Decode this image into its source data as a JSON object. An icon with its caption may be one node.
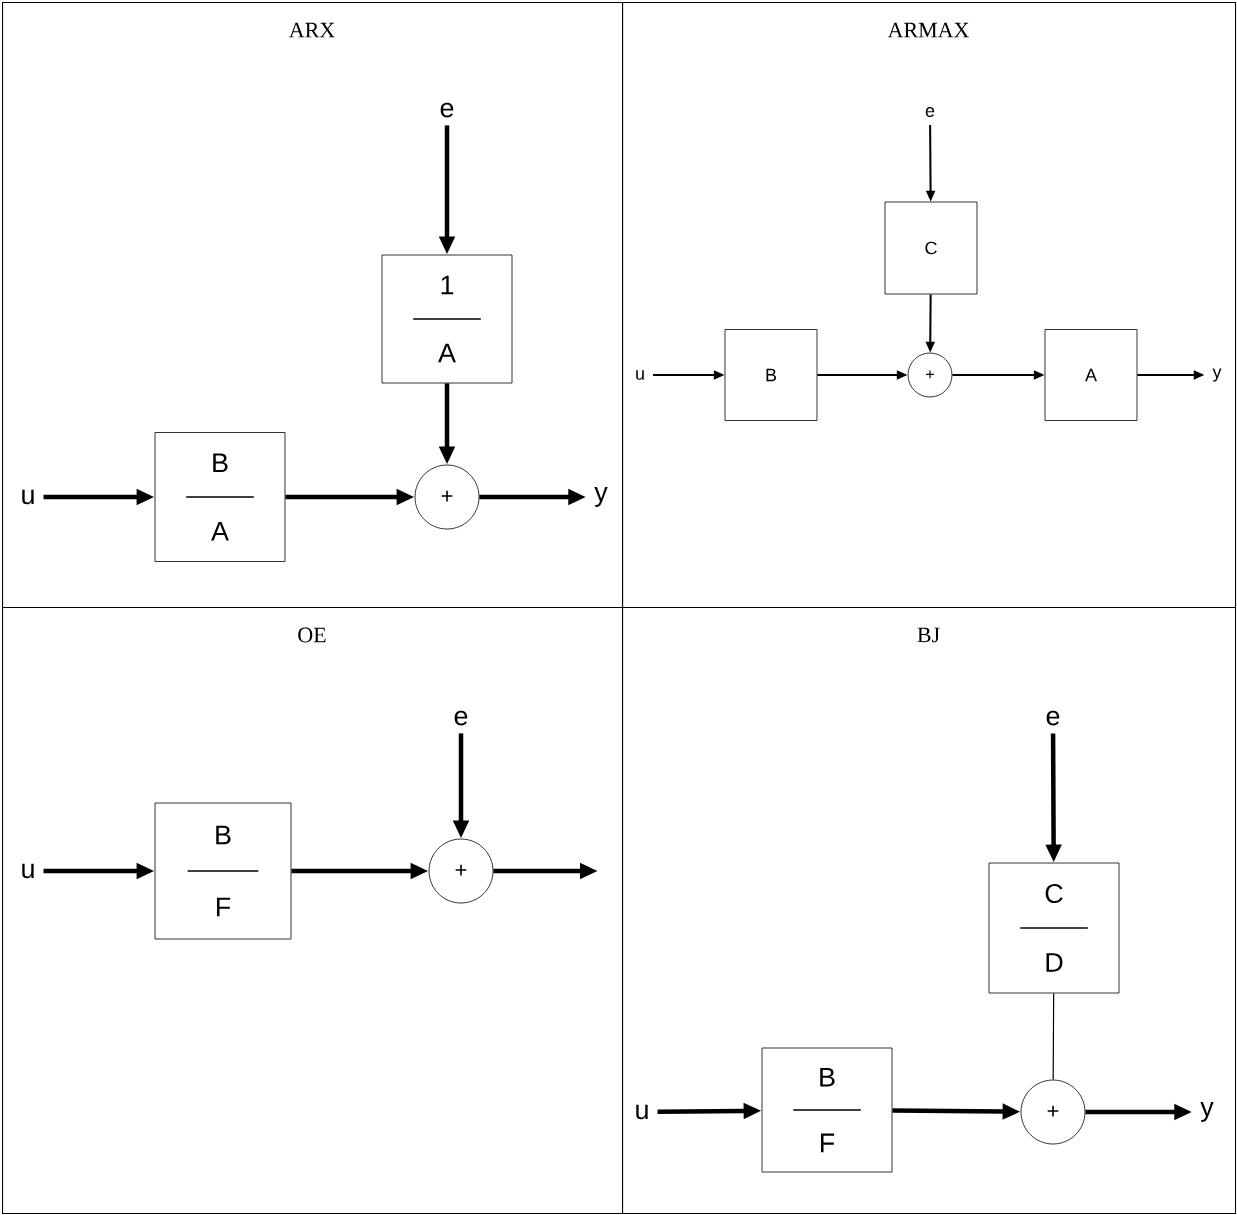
{
  "diagram": {
    "nodes": [
      {
        "text": [
          "ARX"
        ]
      },
      {
        "text": [
          "e"
        ],
        "in": 0
      },
      {
        "text": [
          "1",
          "A"
        ],
        "in": 0
      },
      {
        "text": [
          "u"
        ],
        "in": 0
      },
      {
        "text": [
          "B",
          "A"
        ],
        "in": 0
      },
      {
        "text": [
          "+"
        ],
        "in": 0
      },
      {
        "text": [
          "y"
        ],
        "in": 0
      },
      {
        "text": [
          "ARMAX"
        ]
      },
      {
        "text": [
          "e"
        ],
        "in": 7
      },
      {
        "text": [
          "C"
        ],
        "in": 7
      },
      {
        "text": [
          "u"
        ],
        "in": 7
      },
      {
        "text": [
          "B"
        ],
        "in": 7
      },
      {
        "text": [
          "+"
        ],
        "in": 7
      },
      {
        "text": [
          "A"
        ],
        "in": 7
      },
      {
        "text": [
          "y"
        ],
        "in": 7
      },
      {
        "text": [
          "OE"
        ]
      },
      {
        "text": [
          "e"
        ],
        "in": 15
      },
      {
        "text": [
          "u"
        ],
        "in": 15
      },
      {
        "text": [
          "B",
          "F"
        ],
        "in": 15
      },
      {
        "text": [
          "+"
        ],
        "in": 15
      },
      {
        "text": [
          "BJ"
        ]
      },
      {
        "text": [
          "e"
        ],
        "in": 20
      },
      {
        "text": [
          "C",
          "D"
        ],
        "in": 20
      },
      {
        "text": [
          "u"
        ],
        "in": 20
      },
      {
        "text": [
          "B",
          "F"
        ],
        "in": 20
      },
      {
        "text": [
          "+"
        ],
        "in": 20
      },
      {
        "text": [
          "y"
        ],
        "in": 20
      }
    ],
    "edges": [
      {
        "from": 1,
        "to": 2,
        "arrow": "to"
      },
      {
        "from": 2,
        "to": 5,
        "arrow": "to"
      },
      {
        "from": 3,
        "to": 4,
        "arrow": "to"
      },
      {
        "from": 4,
        "to": 5,
        "arrow": "to"
      },
      {
        "from": 5,
        "to": 6,
        "arrow": "to"
      },
      {
        "from": 8,
        "to": 9,
        "arrow": "to"
      },
      {
        "from": 9,
        "to": 12,
        "arrow": "to"
      },
      {
        "from": 10,
        "to": 11,
        "arrow": "to"
      },
      {
        "from": 11,
        "to": 12,
        "arrow": "to"
      },
      {
        "from": 12,
        "to": 13,
        "arrow": "to"
      },
      {
        "from": 13,
        "to": 14,
        "arrow": "to"
      },
      {
        "from": 16,
        "to": 19,
        "arrow": "to"
      },
      {
        "from": 17,
        "to": 18,
        "arrow": "to"
      },
      {
        "from": 18,
        "to": 19,
        "arrow": "to"
      },
      {
        "from": 19,
        "to": null,
        "arrow": "to"
      },
      {
        "from": 21,
        "to": 22,
        "arrow": "to"
      },
      {
        "from": 22,
        "to": 25,
        "arrow": "none"
      },
      {
        "from": 23,
        "to": 24,
        "arrow": "to"
      },
      {
        "from": 24,
        "to": 25,
        "arrow": "to"
      },
      {
        "from": 25,
        "to": 26,
        "arrow": "to"
      }
    ]
  }
}
